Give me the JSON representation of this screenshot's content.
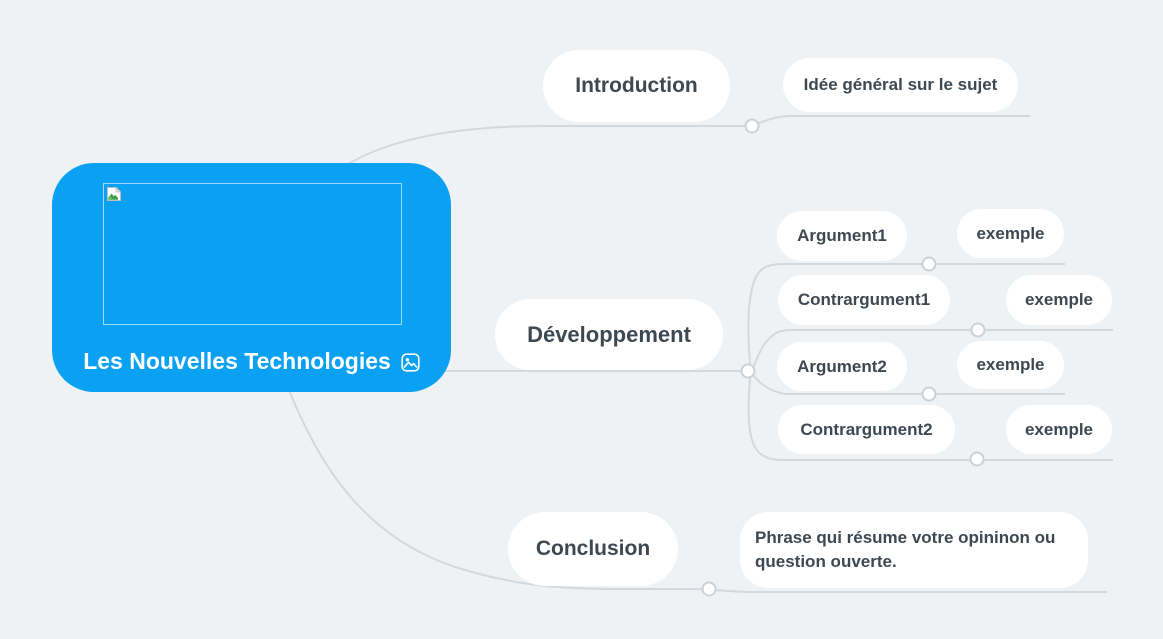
{
  "theme": {
    "background": "#eef2f5",
    "node_text": "#3d4852",
    "line_color": "#d3d8dc",
    "root_color": "#0aa1f2",
    "root_text": "#ffffff"
  },
  "root": {
    "label": "Les Nouvelles Technologies",
    "badge_icon": "image-icon",
    "placeholder_icon": "broken-image-icon"
  },
  "branches": {
    "introduction": {
      "label": "Introduction",
      "child": "Idée général sur le sujet"
    },
    "developpement": {
      "label": "Développement",
      "children": [
        {
          "label": "Argument1",
          "example": "exemple"
        },
        {
          "label": "Contrargument1",
          "example": "exemple"
        },
        {
          "label": "Argument2",
          "example": "exemple"
        },
        {
          "label": "Contrargument2",
          "example": "exemple"
        }
      ]
    },
    "conclusion": {
      "label": "Conclusion",
      "child": "Phrase qui résume votre opininon ou question ouverte."
    }
  }
}
